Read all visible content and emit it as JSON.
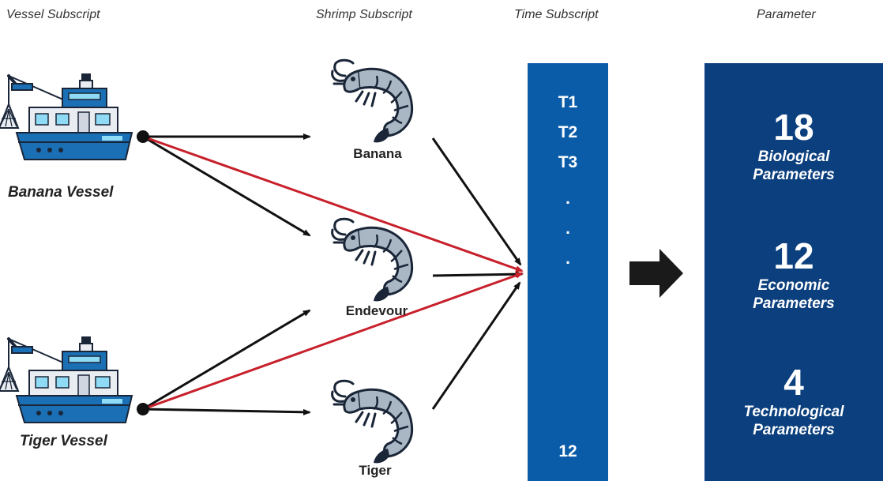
{
  "headers": {
    "vessel": "Vessel Subscript",
    "shrimp": "Shrimp Subscript",
    "time": "Time Subscript",
    "parameter": "Parameter"
  },
  "vessels": [
    "Banana Vessel",
    "Tiger Vessel"
  ],
  "shrimps": [
    "Banana",
    "Endevour",
    "Tiger"
  ],
  "time": {
    "t1": "T1",
    "t2": "T2",
    "t3": "T3",
    "dot1": ".",
    "dot2": ".",
    "dot3": ".",
    "last": "12"
  },
  "parameters": [
    {
      "count": "18",
      "line1": "Biological",
      "line2": "Parameters"
    },
    {
      "count": "12",
      "line1": "Economic",
      "line2": "Parameters"
    },
    {
      "count": "4",
      "line1": "Technological",
      "line2": "Parameters"
    }
  ],
  "colors": {
    "time_column": "#0a5ba8",
    "parameter_column": "#0b3f7d",
    "red_arrow": "#c8202b",
    "black_arrow": "#111111",
    "boat_hull": "#1a6fb5",
    "shrimp_body": "#a9b7c4"
  },
  "icons": [
    "fishing-boat-icon",
    "shrimp-icon",
    "right-arrow-icon"
  ]
}
